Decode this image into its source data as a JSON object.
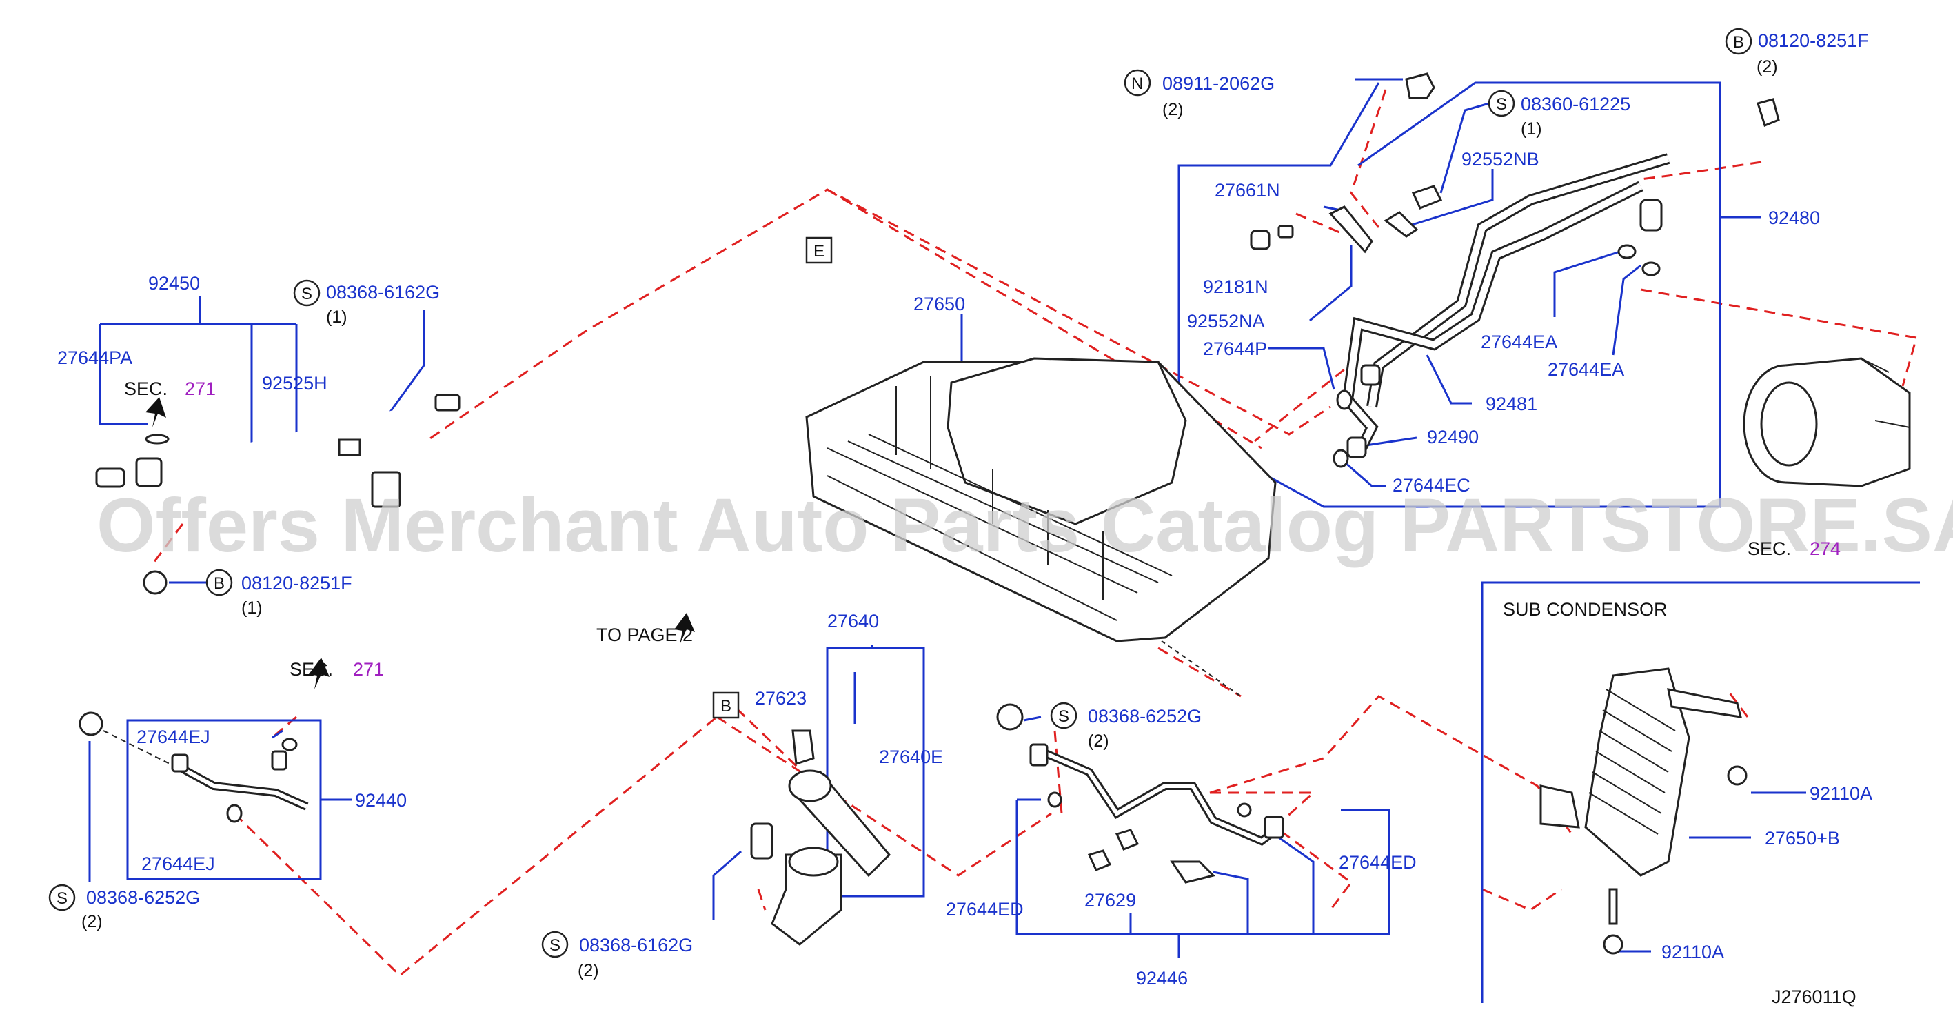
{
  "watermark": "Offers Merchant Auto Parts Catalog PARTSTORE.SA",
  "diagram_id": "J276011Q",
  "section_title": "SUB   CONDENSOR",
  "to_page": "TO   PAGE   2",
  "ref_letters": {
    "E": "E",
    "B": "B"
  },
  "sec_refs": [
    {
      "label": "SEC.",
      "num": "271"
    },
    {
      "label": "SEC.",
      "num": "271"
    },
    {
      "label": "SEC.",
      "num": "274"
    }
  ],
  "fastener_prefixes": {
    "S": "S",
    "B": "B",
    "N": "N"
  },
  "fasteners": [
    {
      "prefix": "B",
      "part": "08120-8251F",
      "qty": "(2)"
    },
    {
      "prefix": "N",
      "part": "08911-2062G",
      "qty": "(2)"
    },
    {
      "prefix": "S",
      "part": "08360-61225",
      "qty": "(1)"
    },
    {
      "prefix": "S",
      "part": "08368-6162G",
      "qty": "(1)"
    },
    {
      "prefix": "B",
      "part": "08120-8251F",
      "qty": "(1)"
    },
    {
      "prefix": "S",
      "part": "08368-6252G",
      "qty": "(2)"
    },
    {
      "prefix": "S",
      "part": "08368-6252G",
      "qty": "(2)"
    },
    {
      "prefix": "S",
      "part": "08368-6162G",
      "qty": "(2)"
    }
  ],
  "parts": {
    "p92450": "92450",
    "p27644PA": "27644PA",
    "p92525H": "92525H",
    "p27650": "27650",
    "p92552NB": "92552NB",
    "p27661N": "27661N",
    "p92181N": "92181N",
    "p92552NA": "92552NA",
    "p27644P": "27644P",
    "p92480": "92480",
    "p27644EA_1": "27644EA",
    "p27644EA_2": "27644EA",
    "p92481": "92481",
    "p92490": "92490",
    "p27644EC": "27644EC",
    "p27644EJ_1": "27644EJ",
    "p92440": "92440",
    "p27644EJ_2": "27644EJ",
    "p27640": "27640",
    "p27623": "27623",
    "p27640E": "27640E",
    "p27644ED_1": "27644ED",
    "p27629": "27629",
    "p27644ED_2": "27644ED",
    "p92446": "92446",
    "p92110A_1": "92110A",
    "p27650B": "27650+B",
    "p92110A_2": "92110A"
  }
}
